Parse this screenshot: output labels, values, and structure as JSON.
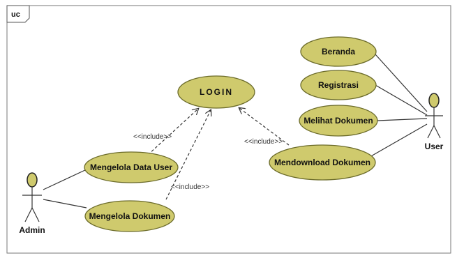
{
  "frame": {
    "label": "uc"
  },
  "use_cases": {
    "login": "LOGIN",
    "beranda": "Beranda",
    "registrasi": "Registrasi",
    "melihat_dokumen": "Melihat Dokumen",
    "mendownload_dokumen": "Mendownload Dokumen",
    "mengelola_data_user": "Mengelola Data User",
    "mengelola_dokumen": "Mengelola Dokumen"
  },
  "actors": {
    "admin": "Admin",
    "user": "User"
  },
  "relations": {
    "include_1": "<<include>>",
    "include_2": "<<include>>",
    "include_3": "<<include>>"
  },
  "colors": {
    "use_case_fill": "#cfca6d",
    "border": "#6b6b2a"
  }
}
